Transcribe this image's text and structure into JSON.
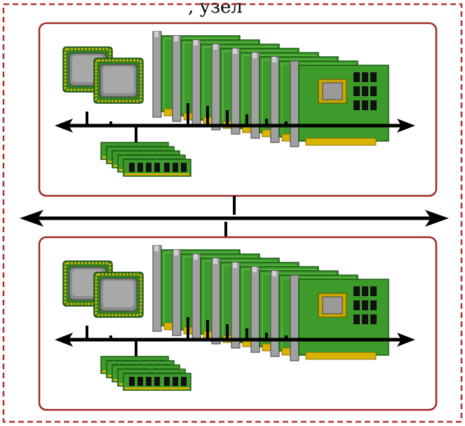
{
  "figure": {
    "title_fragment": ", узел",
    "colors": {
      "outer_border": "#b03030",
      "node_border": "#a02828",
      "bus": "#000000",
      "pcb_green": "#3a9a2a",
      "pcb_light": "#5ec040",
      "cpu_gold": "#c8a800",
      "cpu_die": "#8a8a8a",
      "bracket_gray": "#9a9a9a",
      "chip_black": "#111111"
    },
    "icons": {
      "processor": "cpu-icon",
      "expansion_card": "pci-card-icon",
      "memory": "ram-module-icon",
      "bus": "bus-arrow"
    }
  },
  "nodes": [
    {
      "id": "node-1",
      "cpu_count": 2,
      "card_count": 8,
      "ram_count": 4
    },
    {
      "id": "node-2",
      "cpu_count": 2,
      "card_count": 8,
      "ram_count": 4
    }
  ]
}
